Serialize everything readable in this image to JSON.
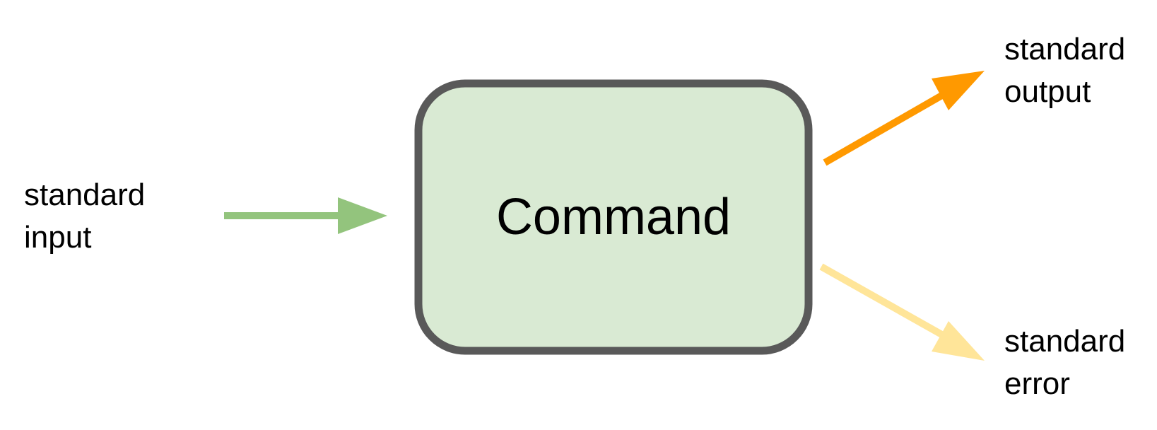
{
  "diagram": {
    "command": {
      "label": "Command"
    },
    "stdin": {
      "line1": "standard",
      "line2": "input"
    },
    "stdout": {
      "line1": "standard",
      "line2": "output"
    },
    "stderr": {
      "line1": "standard",
      "line2": "error"
    }
  },
  "colors": {
    "box_fill": "#d9ead3",
    "box_stroke": "#595959",
    "stdin_arrow": "#93c47d",
    "stdout_arrow": "#ff9900",
    "stderr_arrow": "#ffe599"
  },
  "icons": {
    "stdin_arrow": "arrow-right-icon",
    "stdout_arrow": "arrow-up-right-icon",
    "stderr_arrow": "arrow-down-right-icon"
  }
}
